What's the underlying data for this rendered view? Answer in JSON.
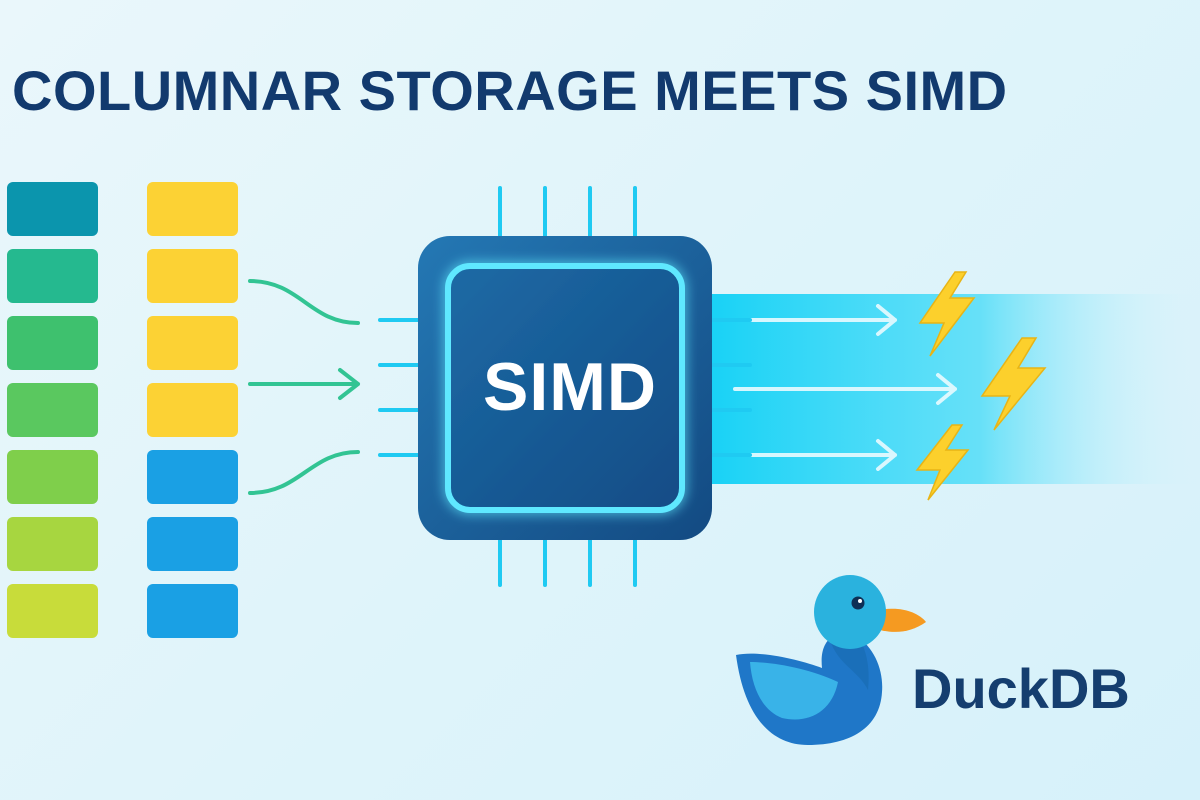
{
  "title": "COLUMNAR STORAGE MEETS SIMD",
  "chip": {
    "label": "SIMD"
  },
  "brand": {
    "name": "DuckDB"
  },
  "colors": {
    "title": "#123a6e",
    "column_a": [
      "#0b95ad",
      "#25b98f",
      "#3ec16e",
      "#5ac85f",
      "#7fcf4b",
      "#a7d640",
      "#c8dc3a"
    ],
    "column_b": [
      "#fcd234",
      "#fcd234",
      "#fcd234",
      "#fcd234",
      "#1aa0e4",
      "#1aa0e4",
      "#1aa0e4"
    ],
    "input_arrows": "#32c493",
    "chip_body": "#1a5d95",
    "chip_glow": "#5ee8ff",
    "output_stream": "#22d4f6",
    "bolt": "#fcd02c",
    "duck_head": "#2ab2de",
    "duck_body": "#1f77c8",
    "duck_beak": "#f59a21",
    "brand_text": "#153e6f"
  },
  "icons": [
    "cpu-chip-icon",
    "lightning-bolt-icon",
    "duck-logo-icon"
  ]
}
